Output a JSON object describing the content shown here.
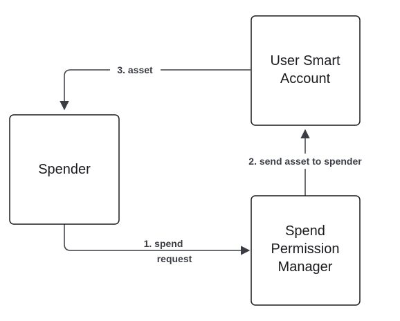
{
  "diagram": {
    "nodes": {
      "user_smart_account": {
        "lines": [
          "User Smart",
          "Account"
        ]
      },
      "spender": {
        "lines": [
          "Spender"
        ]
      },
      "spend_permission_manager": {
        "lines": [
          "Spend",
          "Permission",
          "Manager"
        ]
      }
    },
    "edges": {
      "spend_request": {
        "lines": [
          "1. spend",
          "request"
        ]
      },
      "send_asset": {
        "lines": [
          "2. send asset to spender"
        ]
      },
      "asset": {
        "lines": [
          "3. asset"
        ]
      }
    }
  },
  "colors": {
    "node_stroke": "#1b1b1f",
    "edge_stroke": "#3a3d44",
    "background": "#ffffff"
  }
}
